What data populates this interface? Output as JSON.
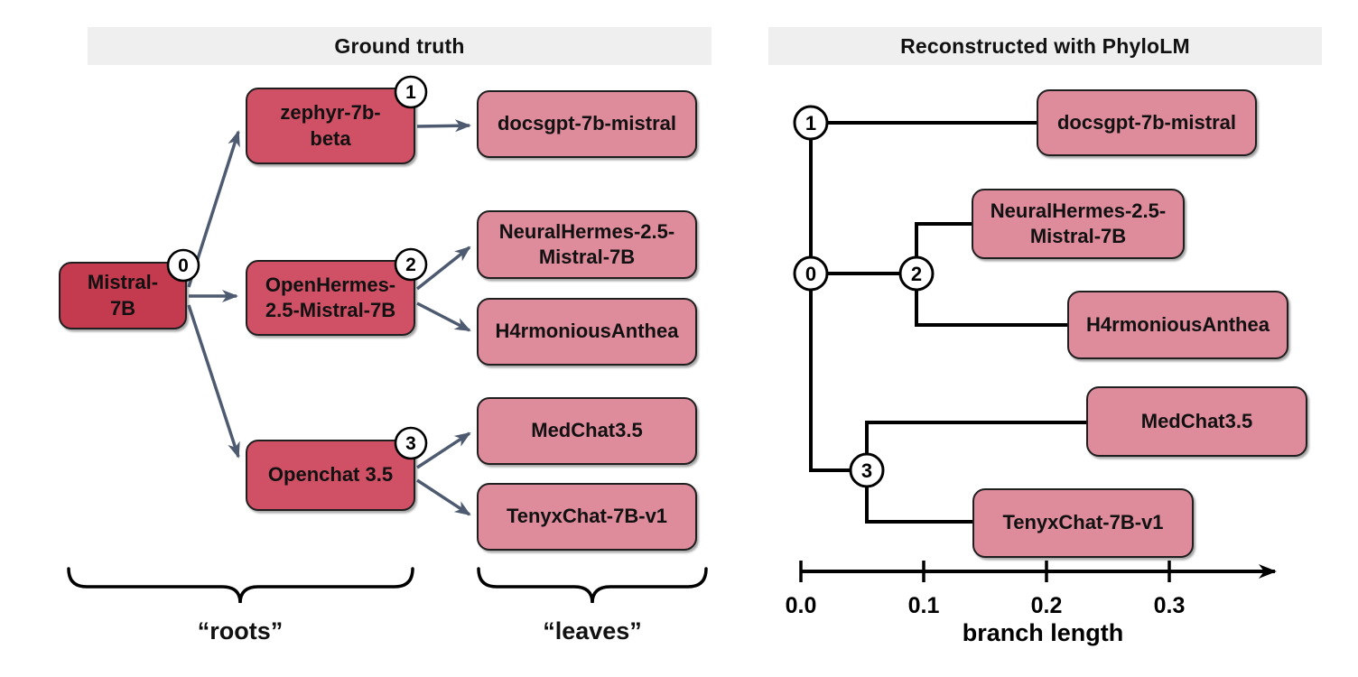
{
  "left": {
    "title": "Ground truth",
    "roots_label": "“roots”",
    "leaves_label": "“leaves”"
  },
  "right": {
    "title": "Reconstructed with PhyloLM",
    "axis": {
      "ticks": [
        "0.0",
        "0.1",
        "0.2",
        "0.3"
      ],
      "label": "branch length"
    }
  },
  "badges": {
    "b0": "0",
    "b1": "1",
    "b2": "2",
    "b3": "3"
  },
  "models": {
    "mistral": {
      "line1": "Mistral-",
      "line2": "7B"
    },
    "zephyr": {
      "line1": "zephyr-7b-",
      "line2": "beta"
    },
    "openhermes": {
      "line1": "OpenHermes-",
      "line2": "2.5-Mistral-7B"
    },
    "openchat": {
      "label": "Openchat 3.5"
    },
    "docsgpt": {
      "label": "docsgpt-7b-mistral"
    },
    "neuralhermes": {
      "line1": "NeuralHermes-2.5-",
      "line2": "Mistral-7B"
    },
    "h4rmonious": {
      "label": "H4rmoniousAnthea"
    },
    "medchat": {
      "label": "MedChat3.5"
    },
    "tenyxchat": {
      "label": "TenyxChat-7B-v1"
    }
  },
  "colors": {
    "root_box": "#c43a4e",
    "mid_box": "#d05066",
    "leaf_box": "#de8b9c",
    "arrow": "#4d5a70",
    "tree_line": "#000000",
    "header_band": "#efefef"
  },
  "chart_data": {
    "type": "tree",
    "ground_truth_edges": [
      [
        "Mistral-7B",
        "zephyr-7b-beta"
      ],
      [
        "Mistral-7B",
        "OpenHermes-2.5-Mistral-7B"
      ],
      [
        "Mistral-7B",
        "Openchat 3.5"
      ],
      [
        "zephyr-7b-beta",
        "docsgpt-7b-mistral"
      ],
      [
        "OpenHermes-2.5-Mistral-7B",
        "NeuralHermes-2.5-Mistral-7B"
      ],
      [
        "OpenHermes-2.5-Mistral-7B",
        "H4rmoniousAnthea"
      ],
      [
        "Openchat 3.5",
        "MedChat3.5"
      ],
      [
        "Openchat 3.5",
        "TenyxChat-7B-v1"
      ]
    ],
    "reconstructed": {
      "axis_label": "branch length",
      "axis_ticks": [
        0.0,
        0.1,
        0.2,
        0.3
      ],
      "internal_node_branch_length": {
        "0": 0.01,
        "1": 0.01,
        "2": 0.09,
        "3": 0.05
      },
      "tip_branch_length": {
        "docsgpt-7b-mistral": 0.19,
        "NeuralHermes-2.5-Mistral-7B": 0.14,
        "H4rmoniousAnthea": 0.22,
        "MedChat3.5": 0.23,
        "TenyxChat-7B-v1": 0.14
      }
    }
  }
}
